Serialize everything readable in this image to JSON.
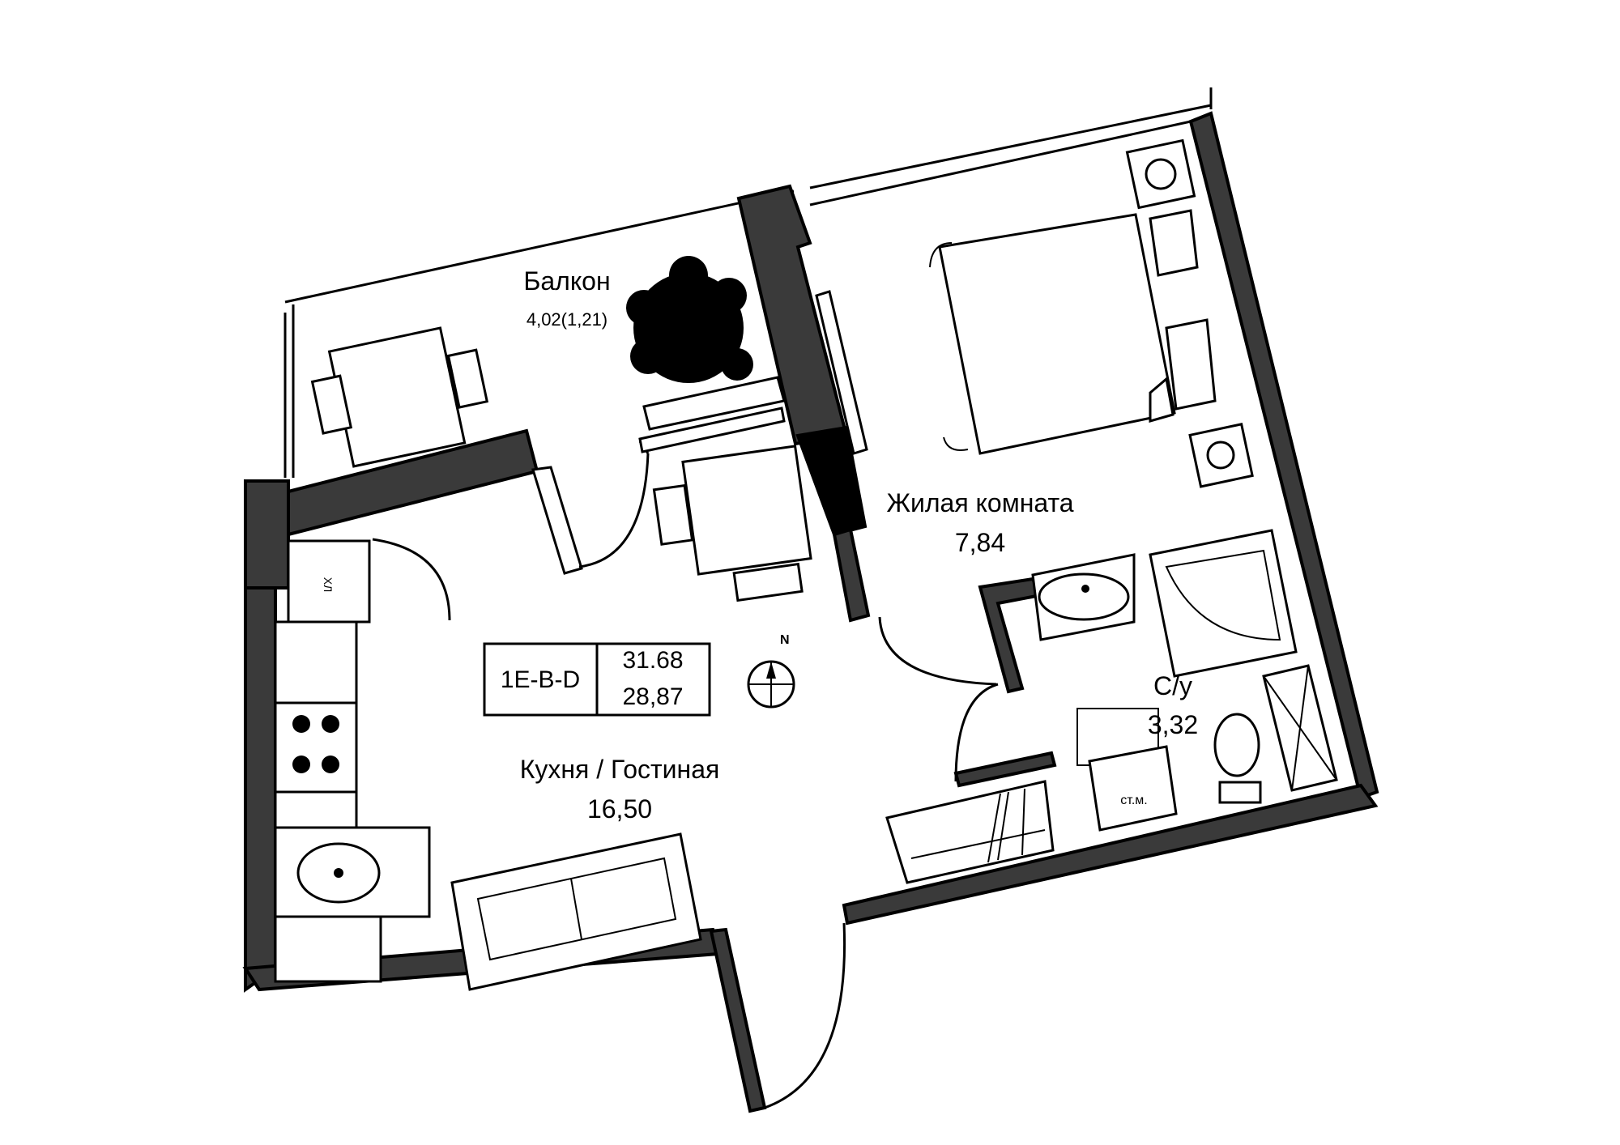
{
  "rooms": {
    "balcony": {
      "name": "Балкон",
      "area": "4,02(1,21)"
    },
    "bedroom": {
      "name": "Жилая комната",
      "area": "7,84"
    },
    "bathroom": {
      "name": "С/у",
      "area": "3,32"
    },
    "kitchen_living": {
      "name": "Кухня / Гостиная",
      "area": "16,50"
    }
  },
  "unit_box": {
    "code": "1E-B-D",
    "total_area": "31.68",
    "living_area": "28,87"
  },
  "compass": {
    "label": "N"
  },
  "fixtures": {
    "washer": "ст.м.",
    "fridge": "ХЛ"
  },
  "colors": {
    "wall": "#3a3a3a",
    "line": "#000000",
    "background": "#ffffff"
  }
}
